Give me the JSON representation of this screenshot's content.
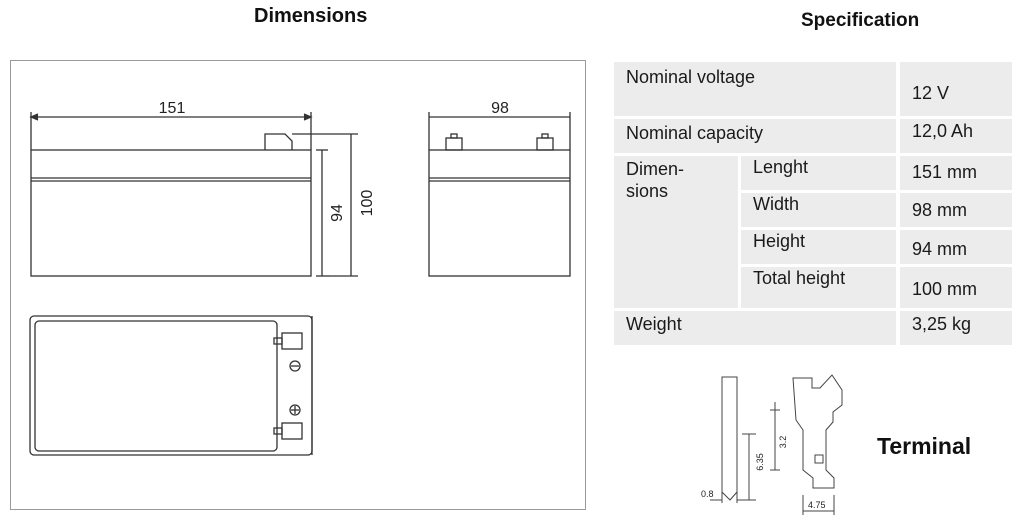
{
  "dimensions": {
    "title": "Dimensions",
    "front_length": "151",
    "side_width": "98",
    "height_94": "94",
    "height_100": "100"
  },
  "specification": {
    "title": "Specification",
    "nominal_voltage_label": "Nominal voltage",
    "nominal_voltage_value": "12 V",
    "nominal_capacity_label": "Nominal capacity",
    "nominal_capacity_value": "12,0 Ah",
    "dimensions_label_1": "Dimen-",
    "dimensions_label_2": "sions",
    "length_label": "Lenght",
    "length_value": "151 mm",
    "width_label": "Width",
    "width_value": "98 mm",
    "height_label": "Height",
    "height_value": "94 mm",
    "total_height_label": "Total height",
    "total_height_value": "100 mm",
    "weight_label": "Weight",
    "weight_value": "3,25 kg"
  },
  "terminal": {
    "title": "Terminal",
    "dim_0_8": "0.8",
    "dim_6_35": "6.35",
    "dim_3_2": "3.2",
    "dim_4_75": "4.75"
  },
  "colors": {
    "line": "#333333",
    "frame": "#9a9a9a",
    "cell_bg": "#ececec"
  }
}
